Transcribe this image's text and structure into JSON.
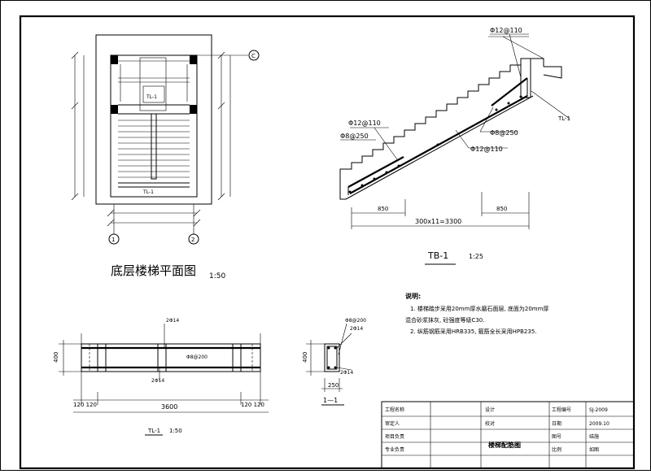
{
  "plan": {
    "title": "底层楼梯平面图",
    "scale": "1:50",
    "beam_label": "TL-1",
    "landing_label": "TL-1",
    "axis_c": "C",
    "axis_1": "1",
    "axis_2": "2"
  },
  "section_tb": {
    "title": "TB-1",
    "scale": "1:25",
    "rebar_top": "Φ12@110",
    "rebar_mid_left": "Φ12@110",
    "rebar_dist_left": "Φ8@250",
    "rebar_dist_right": "Φ8@250",
    "rebar_bottom": "Φ12@110",
    "beam_right": "TL-1",
    "dim_left": "850",
    "dim_right": "850",
    "dim_total": "300x11=3300"
  },
  "notes": {
    "heading": "说明:",
    "line1": "1. 楼梯踏步采用20mm厚水磨石面层, 底面为20mm厚",
    "line2": "混合砂浆抹灰, 砼强度等级C30.",
    "line3": "2. 纵筋钢筋采用HRB335, 箍筋全长采用HPB235."
  },
  "beam": {
    "title": "TL-1",
    "scale": "1:50",
    "top_bar": "2Φ14",
    "bottom_bar": "2Φ14",
    "stirrup": "Φ8@200",
    "height": "400",
    "span": "3600",
    "left_dims": "120 120",
    "right_dims": "120 120"
  },
  "cross_section": {
    "title": "1—1",
    "top_bar": "2Φ14",
    "bottom_bar": "2Φ14",
    "stirrup": "Φ8@200",
    "height": "400",
    "width": "250"
  },
  "title_block": {
    "r1c1": "工程名称",
    "r1c2": "",
    "r1c3": "设计",
    "r1c4": "工程编号",
    "r1c5": "SJ-2009",
    "r2c1": "审定人",
    "r2c3": "校对",
    "r2c4": "日期",
    "r2c5": "2009.10",
    "r3c1": "项目负责",
    "r3c3": "楼梯配筋图",
    "r3c4": "图号",
    "r3c5": "结施",
    "r4c1": "专业负责",
    "r4c4": "比例",
    "r4c5": "如图"
  }
}
